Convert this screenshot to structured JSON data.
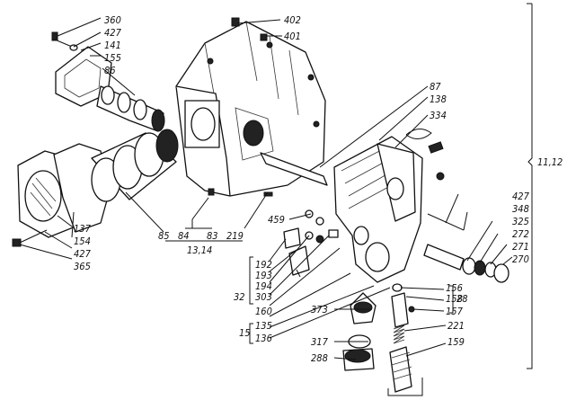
{
  "labels": {
    "l360": "360",
    "l427a": "427",
    "l141": "141",
    "l155": "155",
    "l86": "86",
    "l402": "402",
    "l401": "401",
    "l87": "87",
    "l138": "138",
    "l334": "334",
    "l11_12": "11,12",
    "l427b": "427",
    "l348": "348",
    "l325": "325",
    "l272": "272",
    "l271": "271",
    "l270": "270",
    "l459": "459",
    "l85": "85",
    "l84": "84",
    "l83": "83",
    "l219": "219",
    "l13_14": "13,14",
    "l137": "137",
    "l154": "154",
    "l427c": "427",
    "l365": "365",
    "l192": "192",
    "l193": "193",
    "l194": "194",
    "l32": "32",
    "l303": "303",
    "l160": "160",
    "l135": "135",
    "l136": "136",
    "l15": "15",
    "l156": "156",
    "l158": "158",
    "l157": "157",
    "l28": "28",
    "l221": "221",
    "l159": "159",
    "l373": "373",
    "l317": "317",
    "l288": "288"
  }
}
